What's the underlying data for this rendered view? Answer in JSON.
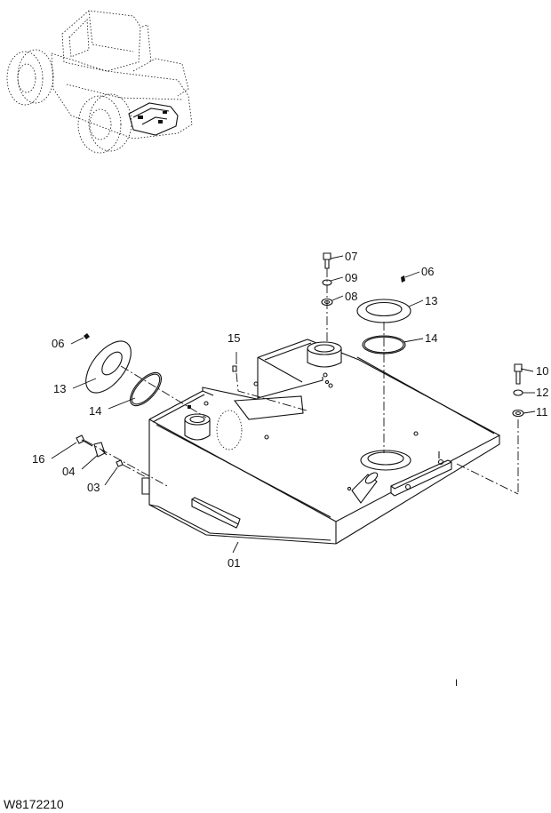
{
  "drawing_number": "W8172210",
  "stray_mark": "I",
  "callouts": [
    {
      "id": "c07",
      "text": "07"
    },
    {
      "id": "c09",
      "text": "09"
    },
    {
      "id": "c08",
      "text": "08"
    },
    {
      "id": "c06r",
      "text": "06"
    },
    {
      "id": "c13r",
      "text": "13"
    },
    {
      "id": "c14r",
      "text": "14"
    },
    {
      "id": "c06l",
      "text": "06"
    },
    {
      "id": "c15",
      "text": "15"
    },
    {
      "id": "c13l",
      "text": "13"
    },
    {
      "id": "c14l",
      "text": "14"
    },
    {
      "id": "c10",
      "text": "10"
    },
    {
      "id": "c12",
      "text": "12"
    },
    {
      "id": "c11",
      "text": "11"
    },
    {
      "id": "c16",
      "text": "16"
    },
    {
      "id": "c04",
      "text": "04"
    },
    {
      "id": "c03",
      "text": "03"
    },
    {
      "id": "c01",
      "text": "01"
    }
  ]
}
